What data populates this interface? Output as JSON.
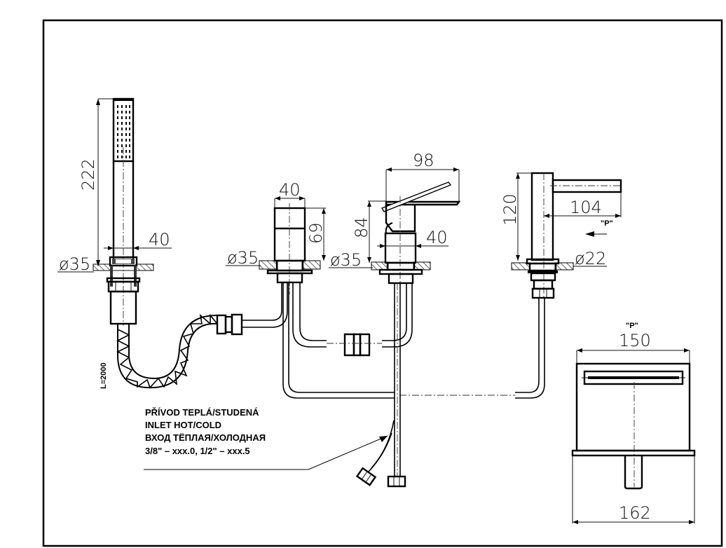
{
  "drawing": {
    "title": "Four-hole bath mixer set — technical drawing",
    "dimensions": {
      "hand_shower_height": "222",
      "hand_shower_width": "40",
      "hand_shower_base_dia": "ø35",
      "hose_length": "L=2000",
      "diverter_width": "40",
      "diverter_height": "69",
      "diverter_base_dia": "ø35",
      "mixer_reach": "98",
      "mixer_height": "84",
      "mixer_body_width": "40",
      "mixer_base_dia": "ø35",
      "spout_height": "120",
      "spout_reach": "104",
      "spout_base_dia": "ø22",
      "view_marker": "\"P\"",
      "view_p_marker": "\"P\"",
      "spout_front_width": "150",
      "spout_plate_width": "162"
    },
    "note": {
      "line1": "PŘÍVOD TEPLÁ/STUDENÁ",
      "line2": "INLET HOT/COLD",
      "line3": "ВХОД ТЁПЛАЯ/ХОЛОДНАЯ",
      "line4": "3/8\" – xxx.0, 1/2\" – xxx.5"
    }
  }
}
